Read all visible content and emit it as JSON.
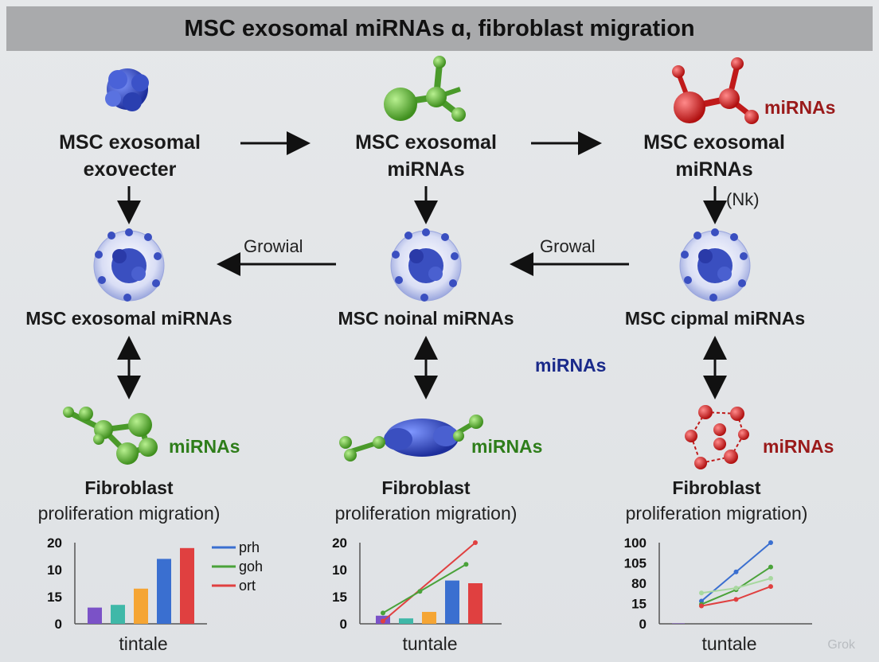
{
  "title": "MSC exosomal miRNAs ɑ, fibroblast migration",
  "top_row": [
    {
      "line1": "MSC exosomal",
      "line2": "exovecter"
    },
    {
      "line1": "MSC exosomal",
      "line2": "miRNAs"
    },
    {
      "line1": "MSC exosomal",
      "line2": "miRNAs",
      "tag": "miRNAs"
    }
  ],
  "right_arrow_note": "(Nk)",
  "middle_arrows": [
    "Growial",
    "Growal"
  ],
  "middle_row": [
    "MSC exosomal miRNAs",
    "MSC noinal miRNAs",
    "MSC cipmal miRNAs"
  ],
  "floating_tag": "miRNAs",
  "bottom_tags": [
    "miRNAs",
    "miRNAs",
    "miRNAs"
  ],
  "fibroblast_title": "Fibroblast",
  "fibroblast_sub": "proliferation migration)",
  "colors": {
    "blue": "#3a5fcd",
    "green": "#4a9a2a",
    "red": "#e03c3c",
    "orange": "#f5a534",
    "purple": "#7b52c7",
    "teal": "#3fb8a8",
    "dark_red": "#9a1a1a",
    "dark_green": "#2e7d1a",
    "navy": "#1a2a8a"
  },
  "chart_data": [
    {
      "type": "bar",
      "xlabel": "tintale",
      "y_ticks": [
        "20",
        "10",
        "15",
        "0"
      ],
      "legend": [
        {
          "name": "prh",
          "color": "#3a6fd0"
        },
        {
          "name": "goh",
          "color": "#4aa23a"
        },
        {
          "name": "ort",
          "color": "#e04040"
        }
      ],
      "bars": [
        {
          "value": 3,
          "color": "#7b52c7"
        },
        {
          "value": 3.5,
          "color": "#3fb8a8"
        },
        {
          "value": 6.5,
          "color": "#f5a534"
        },
        {
          "value": 12,
          "color": "#3a6fd0"
        },
        {
          "value": 14,
          "color": "#e04040"
        }
      ],
      "ymax": 15
    },
    {
      "type": "bar+line",
      "xlabel": "tuntale",
      "y_ticks": [
        "20",
        "10",
        "15",
        "0"
      ],
      "bars": [
        {
          "value": 1.5,
          "color": "#7b52c7"
        },
        {
          "value": 1,
          "color": "#3fb8a8"
        },
        {
          "value": 2.2,
          "color": "#f5a534"
        },
        {
          "value": 8,
          "color": "#3a6fd0"
        },
        {
          "value": 7.5,
          "color": "#e04040"
        }
      ],
      "lines": [
        {
          "color": "#e04040",
          "points": [
            [
              0,
              0.5
            ],
            [
              4,
              15
            ]
          ]
        },
        {
          "color": "#4aa23a",
          "points": [
            [
              0,
              2
            ],
            [
              1.6,
              6
            ],
            [
              3.6,
              11
            ]
          ]
        }
      ],
      "ymax": 15
    },
    {
      "type": "line",
      "xlabel": "tuntale",
      "y_ticks": [
        "100",
        "105",
        "80",
        "15",
        "0"
      ],
      "bars": [
        {
          "value": 0.5,
          "color": "#7b52c7"
        }
      ],
      "lines": [
        {
          "color": "#3a6fd0",
          "points": [
            [
              1,
              28
            ],
            [
              2.5,
              64
            ],
            [
              4,
              100
            ]
          ]
        },
        {
          "color": "#4aa23a",
          "points": [
            [
              1,
              24
            ],
            [
              2.5,
              42
            ],
            [
              4,
              70
            ]
          ]
        },
        {
          "color": "#a8d8a0",
          "points": [
            [
              1,
              38
            ],
            [
              2.5,
              44
            ],
            [
              4,
              56
            ]
          ]
        },
        {
          "color": "#e04040",
          "points": [
            [
              1,
              22
            ],
            [
              2.5,
              30
            ],
            [
              4,
              46
            ]
          ]
        }
      ],
      "ymax": 100
    }
  ],
  "watermark": "Grok"
}
